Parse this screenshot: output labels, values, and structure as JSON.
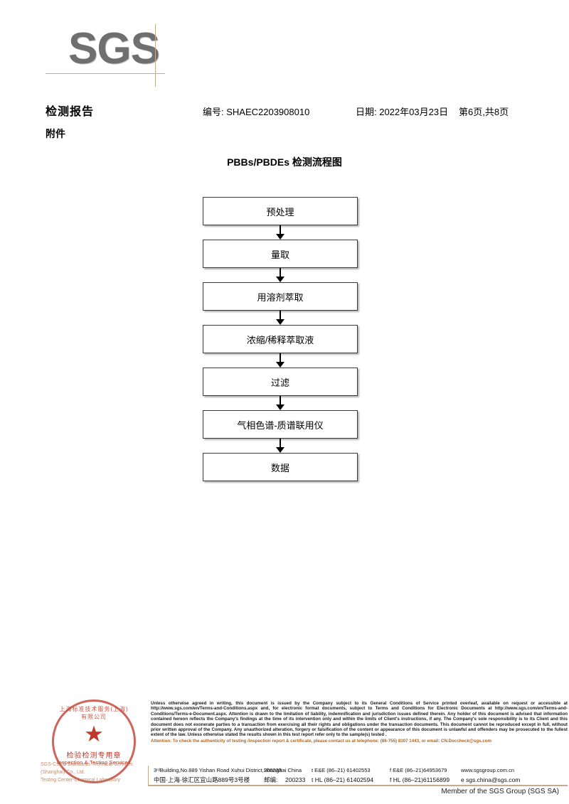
{
  "header": {
    "logo_text": "SGS",
    "report_title": "检测报告",
    "attachment_label": "附件",
    "meta_no": "编号: SHAEC2203908010",
    "meta_date": "日期: 2022年03月23日",
    "meta_page": "第6页,共8页"
  },
  "flowchart": {
    "title": "PBBs/PBDEs 检测流程图",
    "nodes": [
      {
        "label": "预处理"
      },
      {
        "label": "量取"
      },
      {
        "label": "用溶剂萃取"
      },
      {
        "label": "浓缩/稀释萃取液"
      },
      {
        "label": "过滤"
      },
      {
        "label": "气相色谱-质谱联用仪"
      },
      {
        "label": "数据"
      }
    ]
  },
  "footer": {
    "seal": {
      "arc_text": "上海标准技术服务(上海)有限公司",
      "star": "★",
      "cn_text": "检验检测专用章",
      "en_text": "Inspection & Testing Services"
    },
    "company_line_1": "SGS-CSTC Standards Technical Services (Shanghai) Co., Ltd.",
    "company_line_2": "Testing Center-Chemical Laboratory",
    "legal_text": "Unless otherwise agreed in writing, this document is issued by the Company subject to its General Conditions of Service printed overleaf, available on request or accessible at http://www.sgs.com/en/Terms-and-Conditions.aspx and, for electronic format documents, subject to Terms and Conditions for Electronic Documents at http://www.sgs.com/en/Terms-and-Conditions/Terms-e-Document.aspx. Attention is drawn to the limitation of liability, indemnification and jurisdiction issues defined therein. Any holder of this document is advised that information contained hereon reflects the Company's findings at the time of its intervention only and within the limits of Client's instructions, if any. The Company's sole responsibility is to its Client and this document does not exonerate parties to a transaction from exercising all their rights and obligations under the transaction documents. This document cannot be reproduced except in full, without prior written approval of the Company. Any unauthorized alteration, forgery or falsification of the content or appearance of this document is unlawful and offenders may be prosecuted to the fullest extent of the law. Unless otherwise stated the results shown in this test report refer only to the sample(s) tested .",
    "attention_text": "Attention: To check the authenticity of testing /inspection report & certificate, please contact us at telephone: (86-755) 8307 1443, or email: CN.Doccheck@sgs.com",
    "address_en": "3ʳᵈBuilding,No.889 Yishan Road Xuhui District,Shanghai China",
    "address_cn": "中国·上海·徐汇区宜山路889号3号楼",
    "postcode_en": "200233",
    "postcode_cn_label": "邮编:",
    "postcode_cn": "200233",
    "tel_en_1": "t E&E (86–21) 61402553",
    "tel_en_2": "f E&E (86–21)64953679",
    "tel_cn_1": "t HL (86–21) 61402594",
    "tel_cn_2": "f HL (86–21)61156899",
    "web": "www.sgsgroup.com.cn",
    "email": "e  sgs.china@sgs.com",
    "member_line": "Member of the SGS Group (SGS SA)"
  },
  "colors": {
    "logo_gray": "#6f6f6f",
    "rule_tan": "#c8a98b",
    "seal_red": "#c0392b",
    "attention_orange": "#b5651d"
  }
}
